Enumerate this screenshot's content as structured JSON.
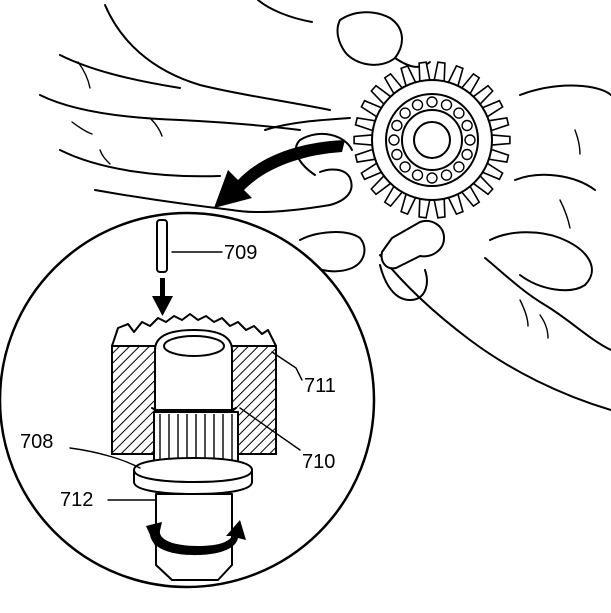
{
  "callouts": {
    "c708": "708",
    "c709": "709",
    "c710": "710",
    "c711": "711",
    "c712": "712"
  },
  "icons": {
    "rotation_arrow": "curved-arrow-icon",
    "insert_arrow": "down-arrow-icon",
    "turn_arrow": "rotate-arrow-icon"
  },
  "colors": {
    "ink": "#000000",
    "paper": "#ffffff"
  }
}
